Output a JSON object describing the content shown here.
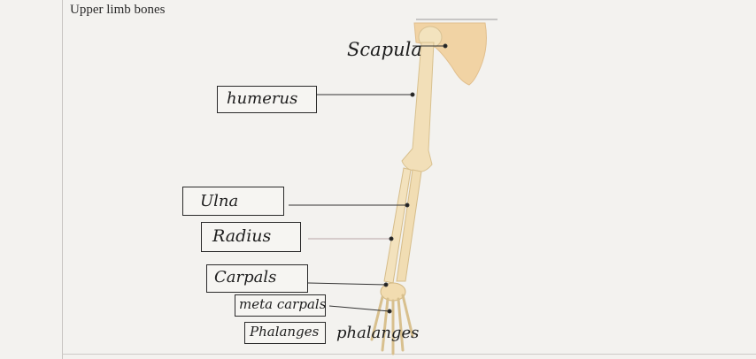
{
  "title": "Upper limb bones",
  "labels": {
    "scapula": "Scapula",
    "humerus": "humerus",
    "ulna": "Ulna",
    "radius": "Radius",
    "carpals": "Carpals",
    "metacarpals": "meta carpals",
    "phalanges": "Phalanges",
    "phalanges_right": "phalanges"
  },
  "colors": {
    "bone": "#f2dfb8",
    "scapula": "#f1d3a4",
    "line": "#333333"
  }
}
